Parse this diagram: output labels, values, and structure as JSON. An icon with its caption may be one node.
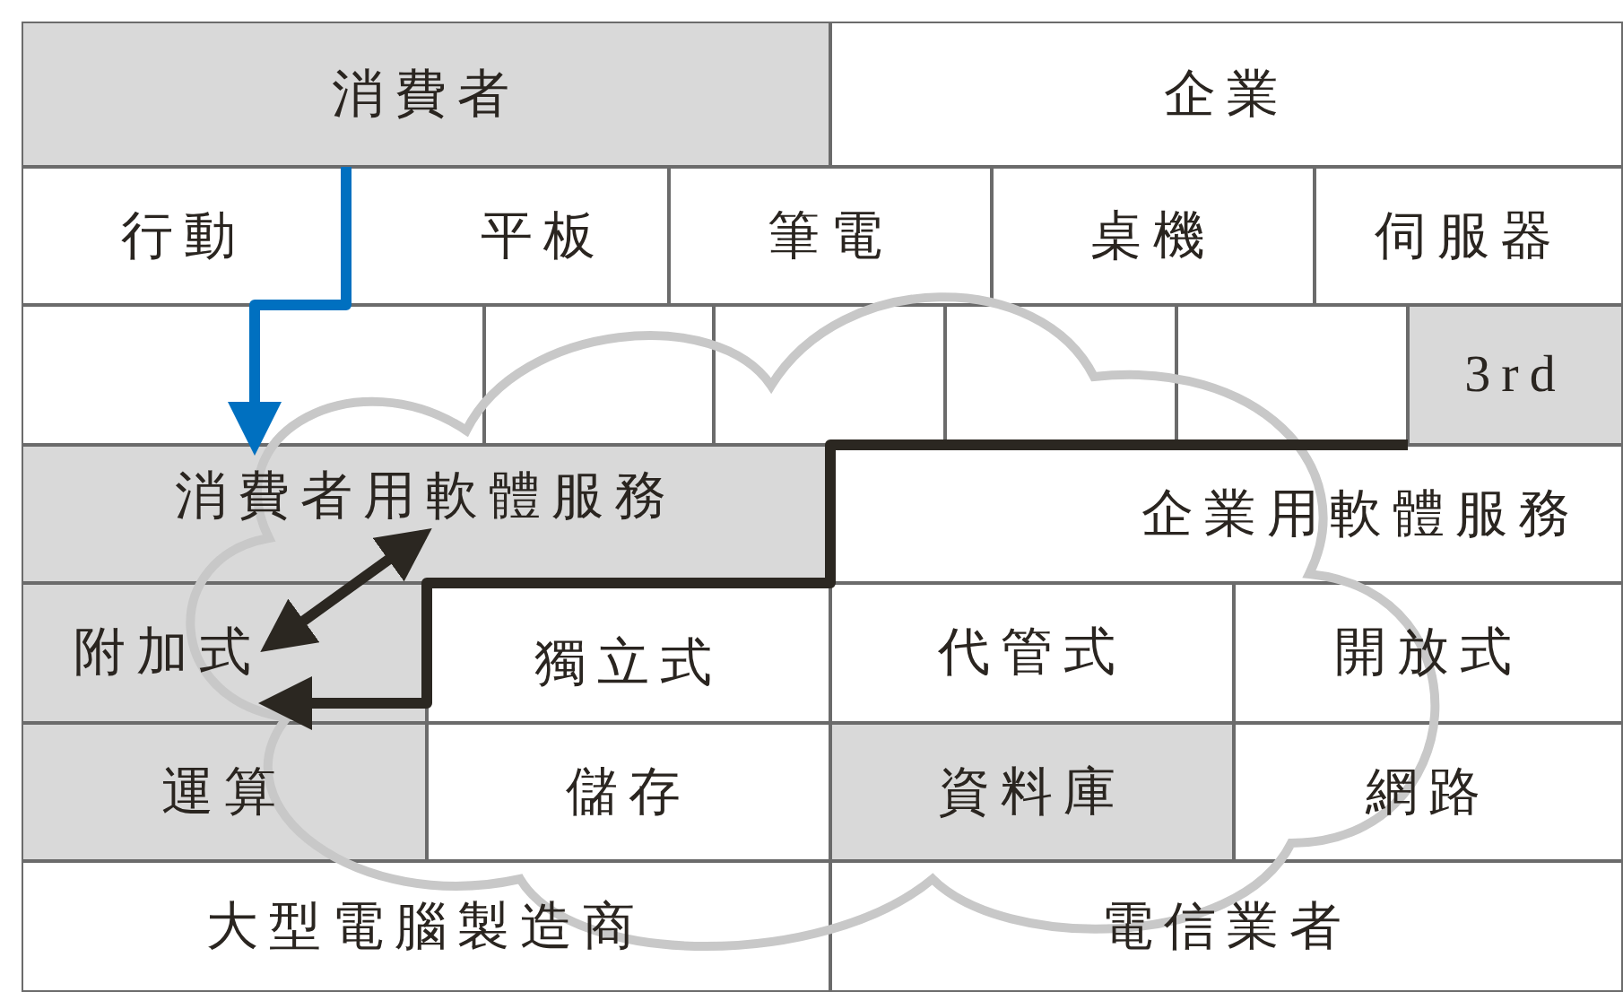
{
  "diagram": {
    "nodes": [
      {
        "text": [
          "消費者"
        ]
      },
      {
        "text": [
          "企業"
        ]
      },
      {
        "text": [
          "行動"
        ]
      },
      {
        "text": [
          "平板"
        ]
      },
      {
        "text": [
          "筆電"
        ]
      },
      {
        "text": [
          "桌機"
        ]
      },
      {
        "text": [
          "伺服器"
        ]
      },
      {
        "text": [],
        "shape": "box"
      },
      {
        "text": [],
        "shape": "box"
      },
      {
        "text": [],
        "shape": "box"
      },
      {
        "text": [],
        "shape": "box"
      },
      {
        "text": [],
        "shape": "box"
      },
      {
        "text": [],
        "shape": "box"
      },
      {
        "text": [
          "3rd"
        ]
      },
      {
        "text": [
          "消費者用軟體服務"
        ]
      },
      {
        "text": [
          "企業用軟體服務"
        ]
      },
      {
        "text": [
          "附加式"
        ]
      },
      {
        "text": [
          "獨立式"
        ]
      },
      {
        "text": [
          "代管式"
        ]
      },
      {
        "text": [
          "開放式"
        ]
      },
      {
        "text": [
          "運算"
        ]
      },
      {
        "text": [
          "儲存"
        ]
      },
      {
        "text": [
          "資料庫"
        ]
      },
      {
        "text": [
          "網路"
        ]
      },
      {
        "text": [
          "大型電腦製造商"
        ]
      },
      {
        "text": [
          "電信業者"
        ]
      }
    ],
    "edges": [
      {
        "from": 0,
        "to": 14,
        "arrow": "to",
        "color": "#0070c0"
      },
      {
        "from": 16,
        "to": 14,
        "arrow": "both"
      },
      {
        "from": 13,
        "to": 16,
        "arrow": "to"
      }
    ]
  }
}
